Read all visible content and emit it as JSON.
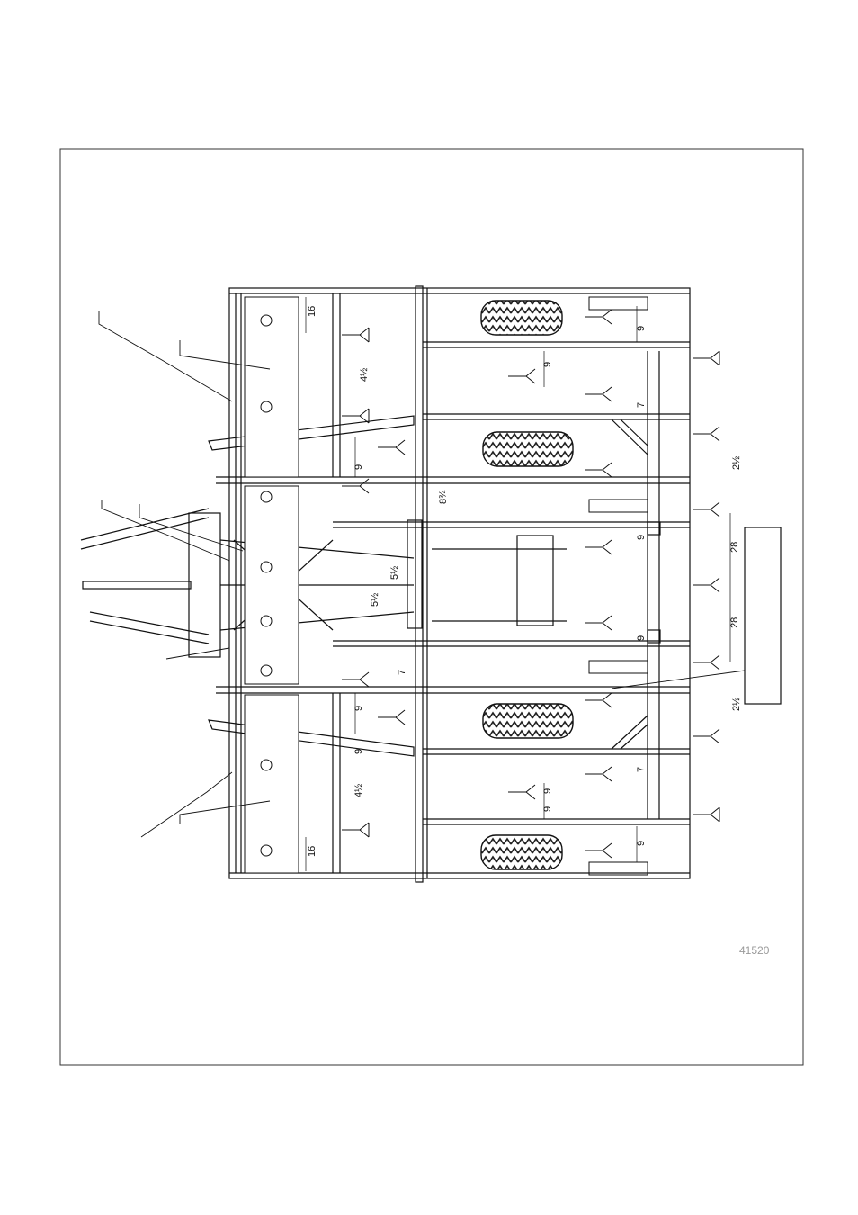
{
  "figure": {
    "id": "41520",
    "drawing_subject": "implement-frame-top-view"
  },
  "dimensions": {
    "top_section": [
      "16",
      "4½",
      "9",
      "9",
      "9",
      "7",
      "9",
      "8¾",
      "5½",
      "5½"
    ],
    "center": [
      "28",
      "28",
      "2½",
      "2½",
      "9",
      "9",
      "7"
    ],
    "bottom_section": [
      "16",
      "4½",
      "9",
      "9",
      "9",
      "7",
      "9"
    ]
  },
  "colors": {
    "line": "#111111",
    "figure_number": "#9a9a9a",
    "tire": "#222222"
  }
}
